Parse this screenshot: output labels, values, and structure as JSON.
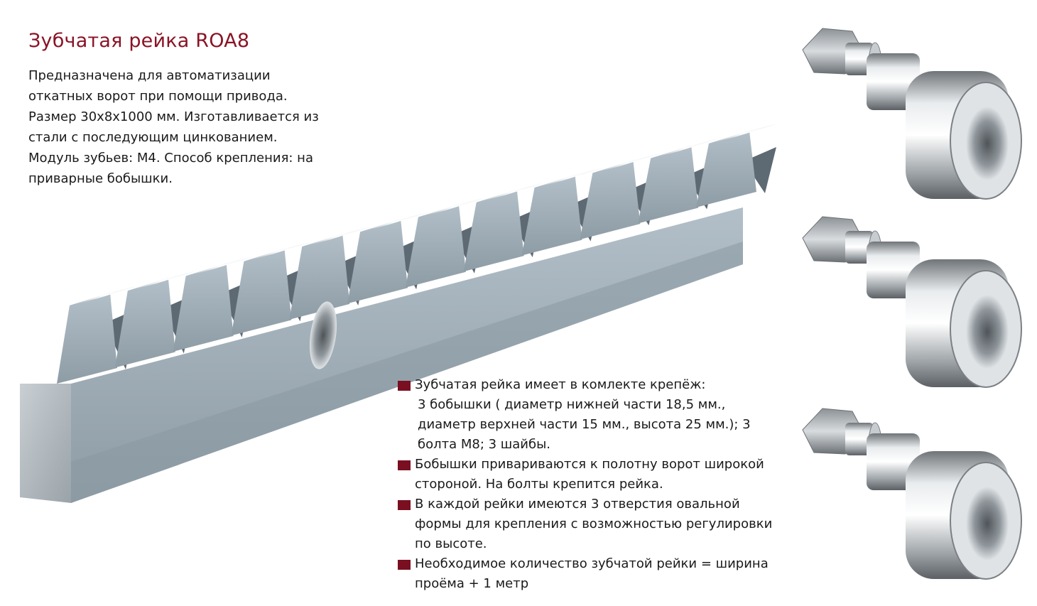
{
  "title": "Зубчатая рейка ROA8",
  "description_lines": [
    "Предназначена для автоматизации",
    "откатных ворот при помощи привода.",
    "Размер 30х8х1000 мм. Изготавливается из",
    "стали с последующим цинкованием.",
    "Модуль зубьев: М4. Способ крепления: на",
    "приварные бобышки."
  ],
  "notes": [
    {
      "lines": [
        "Зубчатая рейка имеет в комлекте крепёж:",
        "3 бобышки ( диаметр нижней части 18,5 мм.,",
        "диаметр верхней части 15 мм., высота 25 мм.); 3",
        "болта М8; 3 шайбы."
      ]
    },
    {
      "lines": [
        "Бобышки привариваются к полотну ворот широкой",
        "стороной. На болты крепится рейка."
      ]
    },
    {
      "lines": [
        "В каждой рейки имеются 3 отверстия овальной",
        "формы для крепления с возможностью регулировки",
        "по высоте."
      ]
    },
    {
      "lines": [
        "Необходимое количество зубчатой рейки = ширина",
        "проёма + 1 метр"
      ]
    }
  ],
  "colors": {
    "accent": "#8a1326",
    "bullet": "#7a0f22",
    "steel": "#9aa9b3"
  }
}
